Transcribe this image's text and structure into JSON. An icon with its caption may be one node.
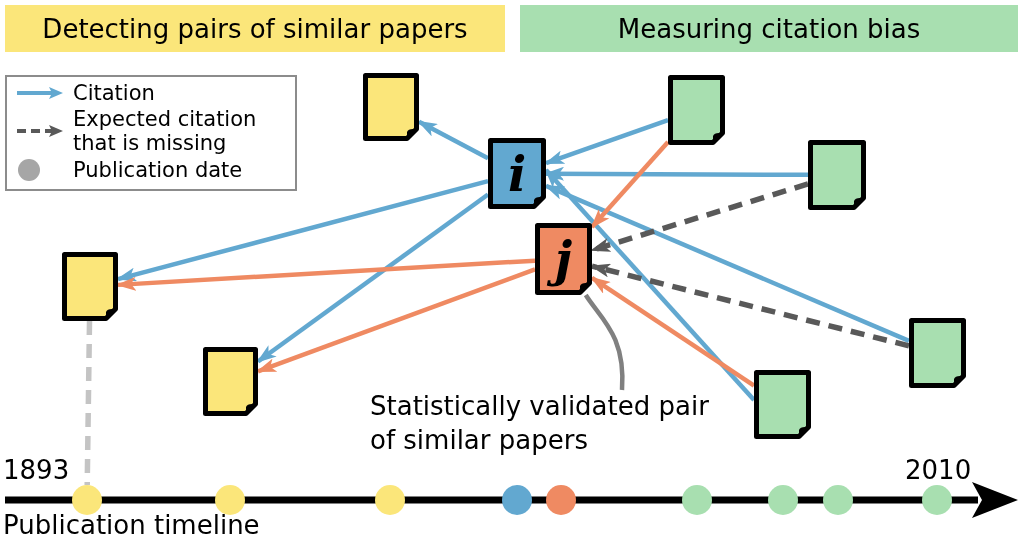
{
  "diagram": {
    "nodes": [
      {
        "text": [
          "Detecting pairs of similar papers"
        ]
      },
      {
        "text": [
          "Measuring citation bias"
        ]
      },
      {
        "text": [],
        "shape": "document"
      },
      {
        "text": [],
        "shape": "document"
      },
      {
        "text": [
          "i"
        ]
      },
      {
        "text": [],
        "shape": "document"
      },
      {
        "text": [
          "j"
        ]
      },
      {
        "text": [],
        "shape": "document"
      },
      {
        "text": [],
        "shape": "document"
      },
      {
        "text": [],
        "shape": "document"
      },
      {
        "text": [],
        "shape": "document"
      },
      {
        "text": [
          "Statistically validated pair of similar papers"
        ]
      },
      {
        "text": [],
        "shape": "circle"
      },
      {
        "text": [],
        "shape": "circle"
      },
      {
        "text": [],
        "shape": "circle"
      },
      {
        "text": [],
        "shape": "circle"
      },
      {
        "text": [],
        "shape": "circle"
      },
      {
        "text": [],
        "shape": "circle"
      },
      {
        "text": [],
        "shape": "circle"
      },
      {
        "text": [],
        "shape": "circle"
      },
      {
        "text": [],
        "shape": "circle"
      }
    ],
    "edges": [
      {
        "from": 4,
        "to": 2,
        "arrow": "to"
      },
      {
        "from": 3,
        "to": 4,
        "arrow": "to"
      },
      {
        "from": 5,
        "to": 4,
        "arrow": "to"
      },
      {
        "from": 8,
        "to": 4,
        "arrow": "to"
      },
      {
        "from": 10,
        "to": 4,
        "arrow": "to"
      },
      {
        "from": 4,
        "to": 7,
        "arrow": "to"
      },
      {
        "from": 4,
        "to": 9,
        "arrow": "to"
      },
      {
        "from": 3,
        "to": 6,
        "arrow": "to",
        "color": "#ef8a62"
      },
      {
        "from": 6,
        "to": 7,
        "arrow": "to",
        "color": "#ef8a62"
      },
      {
        "from": 6,
        "to": 9,
        "arrow": "to",
        "color": "#ef8a62"
      },
      {
        "from": 10,
        "to": 6,
        "arrow": "to",
        "color": "#ef8a62"
      },
      {
        "from": 5,
        "to": 6,
        "arrow": "to",
        "style": "dashed",
        "color": "#595959"
      },
      {
        "from": 8,
        "to": 6,
        "arrow": "to",
        "style": "dashed",
        "color": "#595959"
      },
      {
        "from": 7,
        "to": 12,
        "arrow": "none",
        "style": "dashed",
        "color": "#c4c4c4"
      },
      {
        "from": 11,
        "to": 6,
        "arrow": "none",
        "color": "#808080"
      }
    ],
    "labels": [
      "1893",
      "2010",
      "Publication timeline"
    ],
    "legend": [
      {
        "text": "Citation"
      },
      {
        "text": "Expected citation that is missing"
      },
      {
        "text": "Publication date"
      }
    ]
  }
}
